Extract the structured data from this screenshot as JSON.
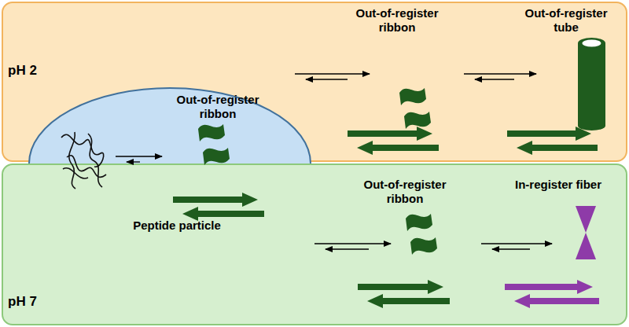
{
  "diagram": {
    "nodes": [
      {
        "text": [
          "pH 2"
        ]
      },
      {
        "text": [
          "Peptide particle"
        ]
      },
      {
        "text": [
          "pH 7"
        ]
      }
    ],
    "labels": [
      "Out-of-register ribbon",
      "Out-of-register tube",
      "Out-of-register ribbon",
      "Out-of-register ribbon",
      "In-register fiber"
    ]
  }
}
